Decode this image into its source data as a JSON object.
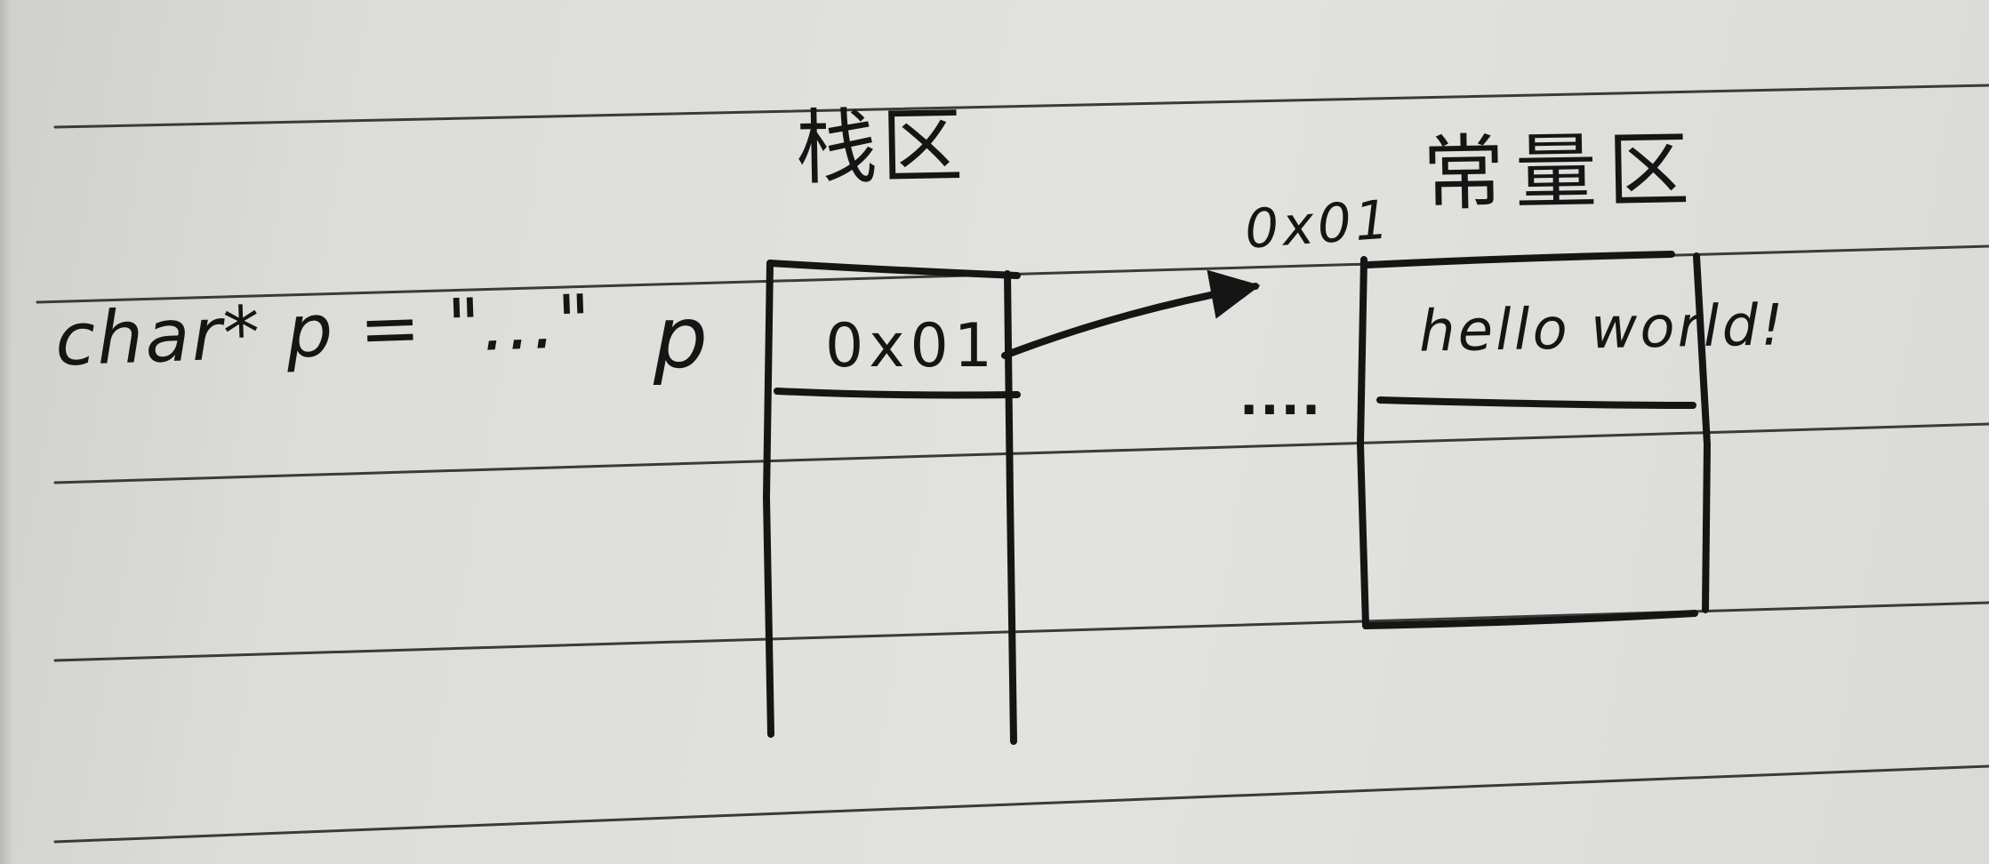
{
  "diagram": {
    "stack_title": "栈区",
    "constant_title": "常量区",
    "code": "char* p = \"...\"",
    "variable_name": "p",
    "stack_cell_value": "0x01",
    "address_label": "0x01",
    "constant_cell_value": "hello world!",
    "ellipsis": "...."
  },
  "colors": {
    "paper": "#dfdfdb",
    "ink": "#151515",
    "ruled_line": "#3a3a3a"
  }
}
